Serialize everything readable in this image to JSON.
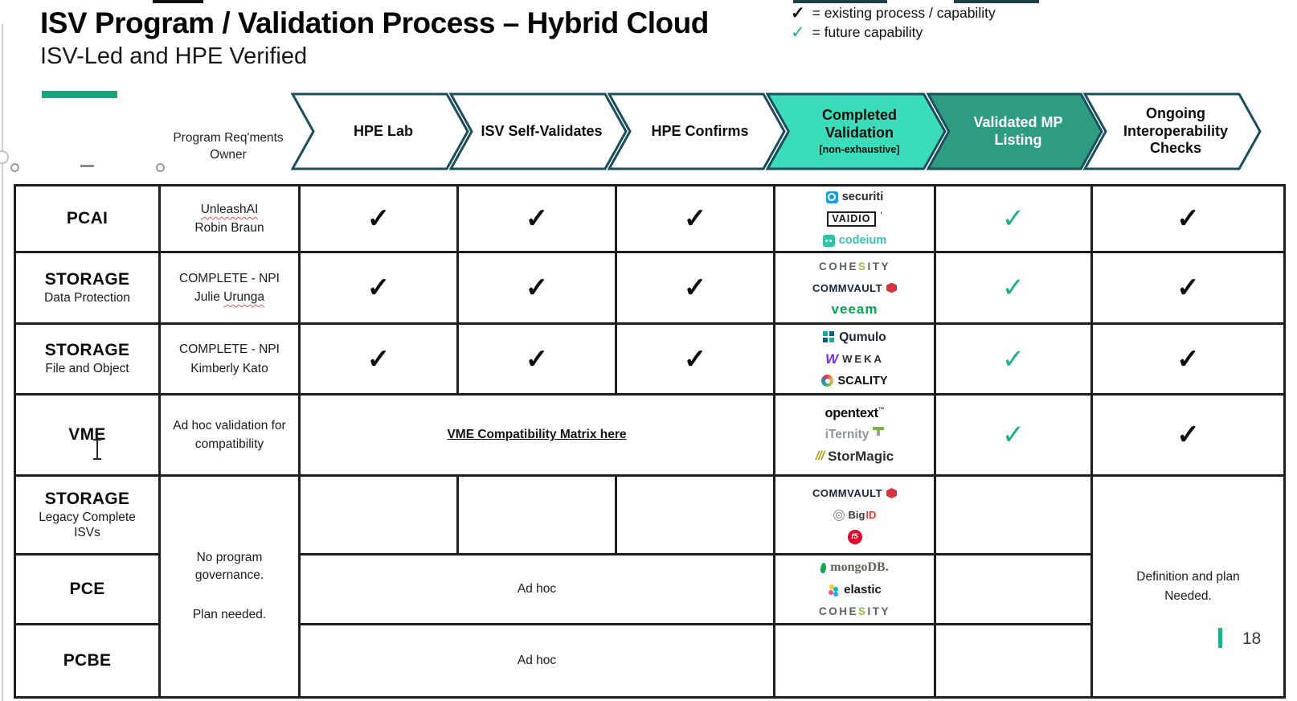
{
  "slide": {
    "title": "ISV Program / Validation Process – Hybrid Cloud",
    "subtitle": "ISV-Led and HPE Verified",
    "page_number": "18"
  },
  "legend": {
    "existing_check": "✓",
    "existing_label": "= existing process / capability",
    "future_check": "✓",
    "future_label": "= future capability"
  },
  "glyphs": {
    "check": "✓"
  },
  "colors": {
    "accent_bar": "#16A97E",
    "stage_completed_fill": "#3BDCBA",
    "stage_mp_fill": "#2E9C83",
    "future_check_green": "#1FB08C",
    "arrow_border": "#1A4E5C"
  },
  "table": {
    "owner_header_line1": "Program Req'ments",
    "owner_header_line2": "Owner",
    "stages": [
      {
        "label": "HPE Lab"
      },
      {
        "label": "ISV Self-Validates"
      },
      {
        "label": "HPE Confirms"
      },
      {
        "label": "Completed Validation",
        "note": "[non-exhaustive]"
      },
      {
        "label": "Validated MP Listing"
      },
      {
        "label": "Ongoing Interoperability Checks"
      }
    ],
    "rows": [
      {
        "category": "PCAI",
        "sub": ""
      },
      {
        "category": "STORAGE",
        "sub": "Data Protection"
      },
      {
        "category": "STORAGE",
        "sub": "File and Object"
      },
      {
        "category": "VME",
        "sub": ""
      },
      {
        "category": "STORAGE",
        "sub": "Legacy Complete ISVs"
      },
      {
        "category": "PCE",
        "sub": ""
      },
      {
        "category": "PCBE",
        "sub": ""
      }
    ],
    "owners": {
      "pcai_line1": "UnleashAI",
      "pcai_line2": "Robin Braun",
      "dp_line1": "COMPLETE - NPI",
      "dp_line2a": "Julie ",
      "dp_line2b": "Urunga",
      "fo_line1": "COMPLETE - NPI",
      "fo_line2": "Kimberly Kato",
      "vme": "Ad hoc validation for compatibility",
      "shared_line1": "No program governance.",
      "shared_line2": "Plan needed."
    },
    "cells": {
      "vme_link": "VME Compatibility Matrix here",
      "adhoc": "Ad hoc",
      "definition": "Definition and plan Needed."
    }
  },
  "logos": {
    "securiti": "securiti",
    "vaidio": "VAIDIO",
    "vaidio_mark": "'",
    "codeium": "codeium",
    "cohesity_a": "COHE",
    "cohesity_b": "S",
    "cohesity_c": "ITY",
    "commvault": "COMMVAULT",
    "veeam": "veeam",
    "qumulo": "Qumulo",
    "weka_w": "W",
    "weka": "WEKA",
    "scality": "SCALITY",
    "opentext": "opentext",
    "opentext_tm": "™",
    "iternity": "iTernity",
    "stormagic_slashes": "///",
    "stormagic": "StorMagic",
    "bigid_a": "Big",
    "bigid_b": "ID",
    "f5": "f5",
    "mongodb": "mongoDB.",
    "elastic": "elastic"
  }
}
